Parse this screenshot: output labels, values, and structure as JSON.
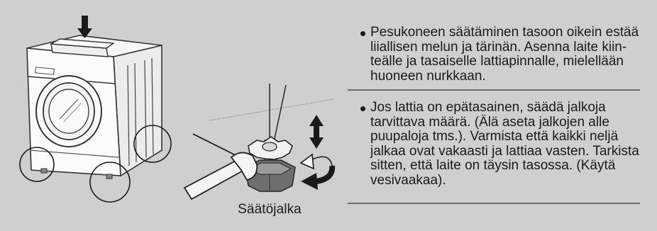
{
  "illustration": {
    "foot_label": "Säätöjalka",
    "icons": [
      "washer-icon",
      "down-arrow-icon",
      "adjustable-foot-icon",
      "wrench-icon",
      "vertical-arrows-icon",
      "rotate-arrows-icon"
    ]
  },
  "instructions": [
    {
      "text": "Pesukoneen säätäminen tasoon oikein estää liiallisen melun ja tärinän. Asenna laite kiin-teälle ja tasaiselle lattiapinnalle, mielellään huoneen nurkkaan."
    },
    {
      "text": "Jos lattia on epätasainen, säädä jalkoja tarvittava määrä. (Älä aseta jalkojen alle puupaloja tms.). Varmista että kaikki neljä jalkaa ovat vakaasti ja lattiaa vasten. Tarkista sitten, että laite on täysin tasossa. (Käytä vesivaakaa)."
    }
  ],
  "colors": {
    "background": "#cfcfcf",
    "text": "#1a1a1a",
    "divider": "#6e6e6e"
  }
}
